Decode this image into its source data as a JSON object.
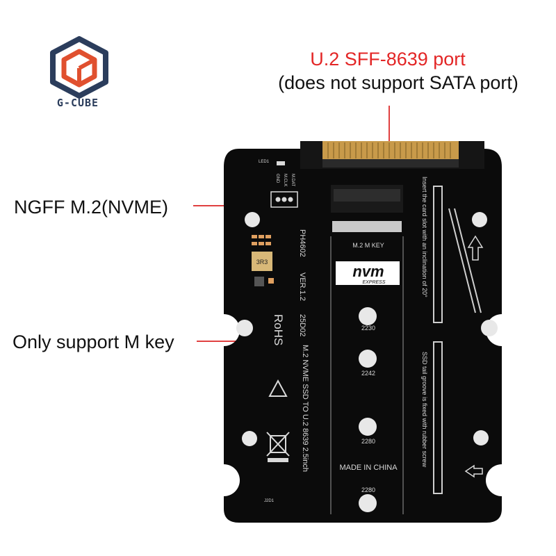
{
  "logo": {
    "text": "G-CUBE",
    "icon": "hexagon-cube-logo",
    "colors": {
      "outer": "#2b3d5c",
      "inner": "#e0502f"
    }
  },
  "callouts": {
    "u2_port": "U.2 SFF-8639 port",
    "u2_note": "(does not support SATA port)",
    "ngff": "NGFF M.2(NVME)",
    "mkey": "Only support M key"
  },
  "board": {
    "model": "PH4602",
    "version": "VER.1.2",
    "date": "25D02",
    "rohs": "RoHS",
    "slot_label": "M.2 M KEY",
    "nvm": "nvm",
    "express": "EXPRESS",
    "description": "M.2 NVME SSD TO U.2 8639 2.5inch",
    "made_in": "MADE IN CHINA",
    "mount_2230": "2230",
    "mount_2242": "2242",
    "mount_2280": "2280",
    "mount_2280_bottom": "2280",
    "inductor": "3R3",
    "instruction_insert": "Insert the card slot with an inclination of 20°",
    "instruction_tail": "SSD tail groove is fixed with rubber screw",
    "led_label": "LED1",
    "gnd_labels": [
      "GND",
      "M.CLK",
      "M.DAT"
    ],
    "bottom_label": "J2D1"
  },
  "colors": {
    "pcb": "#0b0b0b",
    "accent_red": "#e32626",
    "leader": "#e04040",
    "pad": "#e8e8e8"
  }
}
